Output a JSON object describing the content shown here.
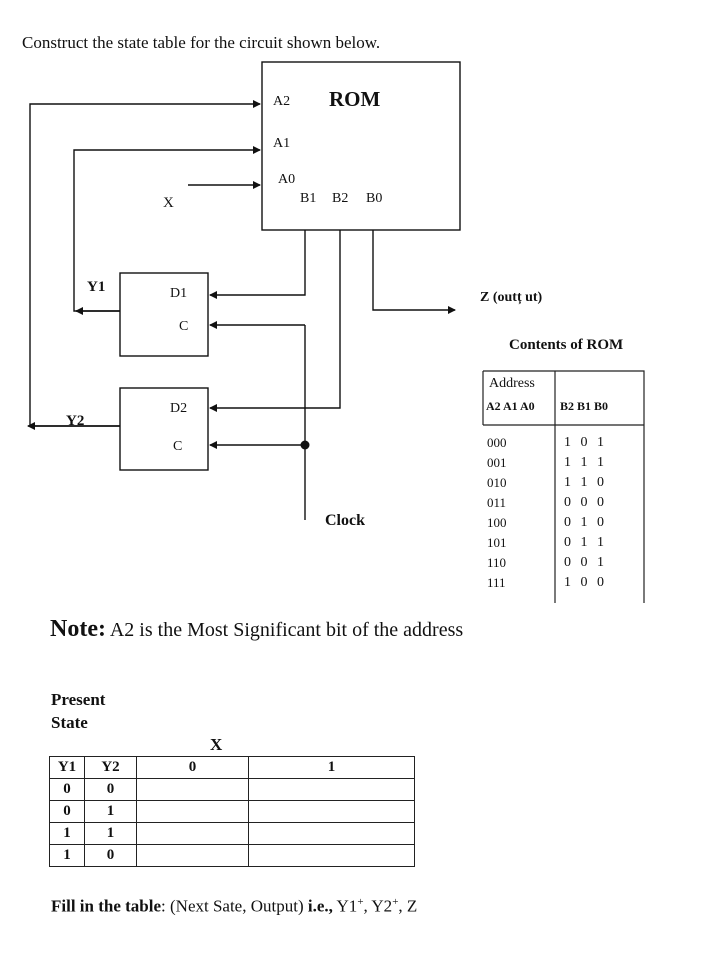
{
  "question": "Construct the state table for the circuit shown below.",
  "rom": {
    "title": "ROM",
    "inputs": [
      "A2",
      "A1",
      "A0"
    ],
    "outputs": [
      "B1",
      "B2",
      "B0"
    ]
  },
  "signals": {
    "x": "X",
    "y1": "Y1",
    "y2": "Y2",
    "d1": "D1",
    "d2": "D2",
    "clock_pin": "C",
    "clock": "Clock",
    "z_output": "Z (outț ut)"
  },
  "rom_contents": {
    "title": "Contents of ROM",
    "address_header": "Address",
    "address_sub": "A2 A1 A0",
    "data_header": "B2 B1 B0",
    "rows": [
      {
        "address": "000",
        "data": "1 0 1"
      },
      {
        "address": "001",
        "data": "1 1 1"
      },
      {
        "address": "010",
        "data": "1 1 0"
      },
      {
        "address": "011",
        "data": "0 0 0"
      },
      {
        "address": "100",
        "data": "0 1 0"
      },
      {
        "address": "101",
        "data": "0 1 1"
      },
      {
        "address": "110",
        "data": "0 0 1"
      },
      {
        "address": "111",
        "data": "1 0 0"
      }
    ]
  },
  "note": {
    "label": "Note:",
    "text": " A2 is the Most Significant bit of the address"
  },
  "state_table": {
    "present_state_line1": "Present",
    "present_state_line2": "State",
    "x_label": "X",
    "headers": [
      "Y1",
      "Y2",
      "0",
      "1"
    ],
    "rows": [
      [
        "0",
        "0"
      ],
      [
        "0",
        "1"
      ],
      [
        "1",
        "1"
      ],
      [
        "1",
        "0"
      ]
    ]
  },
  "instruction": {
    "bold": "Fill in the table",
    "text1": ": (Next Sate, Output) ",
    "ie": "i.e.,",
    "text2": " Y1",
    "sup1": "+",
    "text3": ", Y2",
    "sup2": "+",
    "text4": ", Z"
  }
}
